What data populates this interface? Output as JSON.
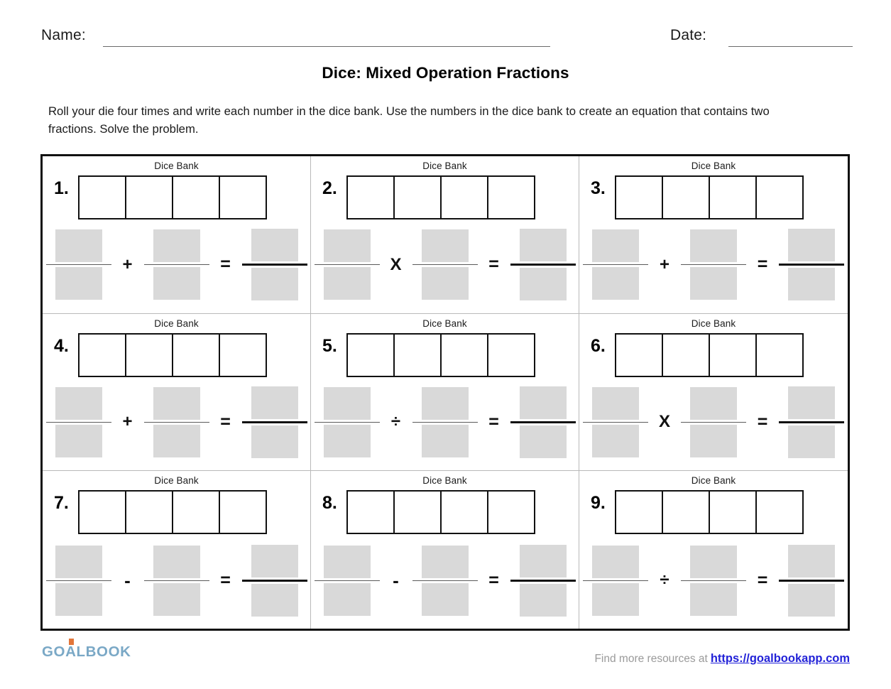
{
  "header": {
    "name_label": "Name:",
    "date_label": "Date:"
  },
  "title": "Dice: Mixed Operation Fractions",
  "instructions": "Roll your die four times and write each number in the dice bank. Use the numbers in the dice bank to create an equation that contains two fractions. Solve the problem.",
  "dice_bank_label": "Dice Bank",
  "equals_sign": "=",
  "problems": [
    {
      "number": "1.",
      "operator": "+"
    },
    {
      "number": "2.",
      "operator": "X"
    },
    {
      "number": "3.",
      "operator": "+"
    },
    {
      "number": "4.",
      "operator": "+"
    },
    {
      "number": "5.",
      "operator": "÷"
    },
    {
      "number": "6.",
      "operator": "X"
    },
    {
      "number": "7.",
      "operator": "-"
    },
    {
      "number": "8.",
      "operator": "-"
    },
    {
      "number": "9.",
      "operator": "÷"
    }
  ],
  "footer": {
    "logo_pre": "GO",
    "logo_flag": "A",
    "logo_post": "LBOOK",
    "resources_text": "Find more resources at",
    "link_text": "https://goalbookapp.com"
  },
  "colors": {
    "placeholder_gray": "#d9d9d9",
    "border_black": "#111111",
    "link_blue": "#2323d8",
    "logo_blue": "#7aa8c6",
    "logo_accent": "#e2763a"
  }
}
